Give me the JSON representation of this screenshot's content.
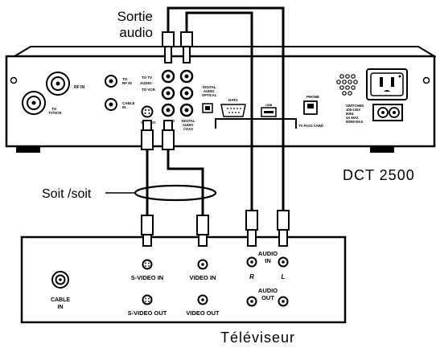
{
  "callouts": {
    "audio_out_line1": "Sortie",
    "audio_out_line2": "audio",
    "either": "Soit /soit",
    "model": "DCT 2500",
    "tv": "Téléviseur"
  },
  "decoder_labels": {
    "rf_in": "RF IN",
    "to_tv_vcr": "TO\nTV/VCR",
    "to_rf_in": "TO\nRF IN",
    "cable_in": "CABLE\nIN",
    "audio": "AUDIO",
    "to_tv": "TO TV",
    "to_vcr": "TO VCR",
    "s_video": "S-VIDEO",
    "video": "VIDEO",
    "digital_audio_optical": "DIGITAL\nAUDIO\nOPTICAL",
    "digital_audio_coax": "DIGITAL\nAUDIO\nCOAX",
    "data": "DATA",
    "usb": "USB",
    "phone": "PHONE",
    "tv_pass_card": "TV PASS CARD",
    "switched": "SWITCHED\n105-125V\n60Hz\n4A MAX\n500W MAX"
  },
  "tv_labels": {
    "cable_in": "CABLE\nIN",
    "s_video_in": "S-VIDEO IN",
    "s_video_out": "S-VIDEO OUT",
    "video_in": "VIDEO IN",
    "video_out": "VIDEO OUT",
    "audio_in": "AUDIO\nIN",
    "audio_out": "AUDIO\nOUT",
    "r": "R",
    "l": "L"
  }
}
